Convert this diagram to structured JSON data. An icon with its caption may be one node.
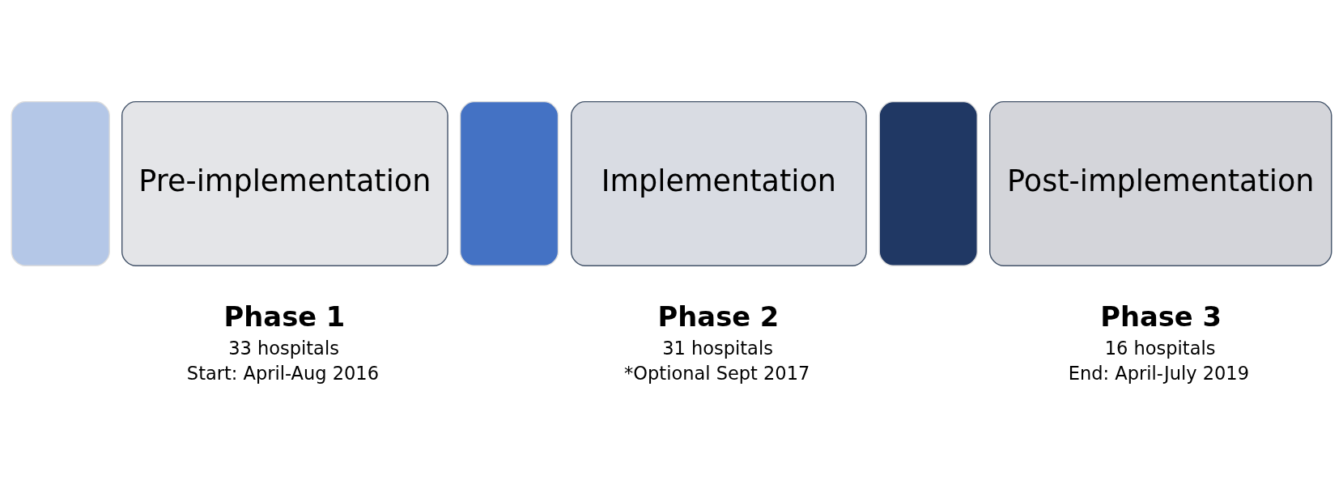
{
  "diagram": {
    "nodes": [
      {
        "text": [],
        "shape": "box"
      },
      {
        "text": [
          "Pre-implementation"
        ],
        "beside": [
          "Phase 1",
          "33 hospitals",
          "Start: April-Aug 2016"
        ]
      },
      {
        "text": [],
        "shape": "box"
      },
      {
        "text": [
          "Implementation"
        ],
        "beside": [
          "Phase 2",
          "31 hospitals",
          "*Optional Sept 2017"
        ]
      },
      {
        "text": [],
        "shape": "box"
      },
      {
        "text": [
          "Post-implementation"
        ],
        "beside": [
          "Phase 3",
          "16 hospitals",
          "End: April-July 2019"
        ]
      }
    ],
    "edges": []
  }
}
